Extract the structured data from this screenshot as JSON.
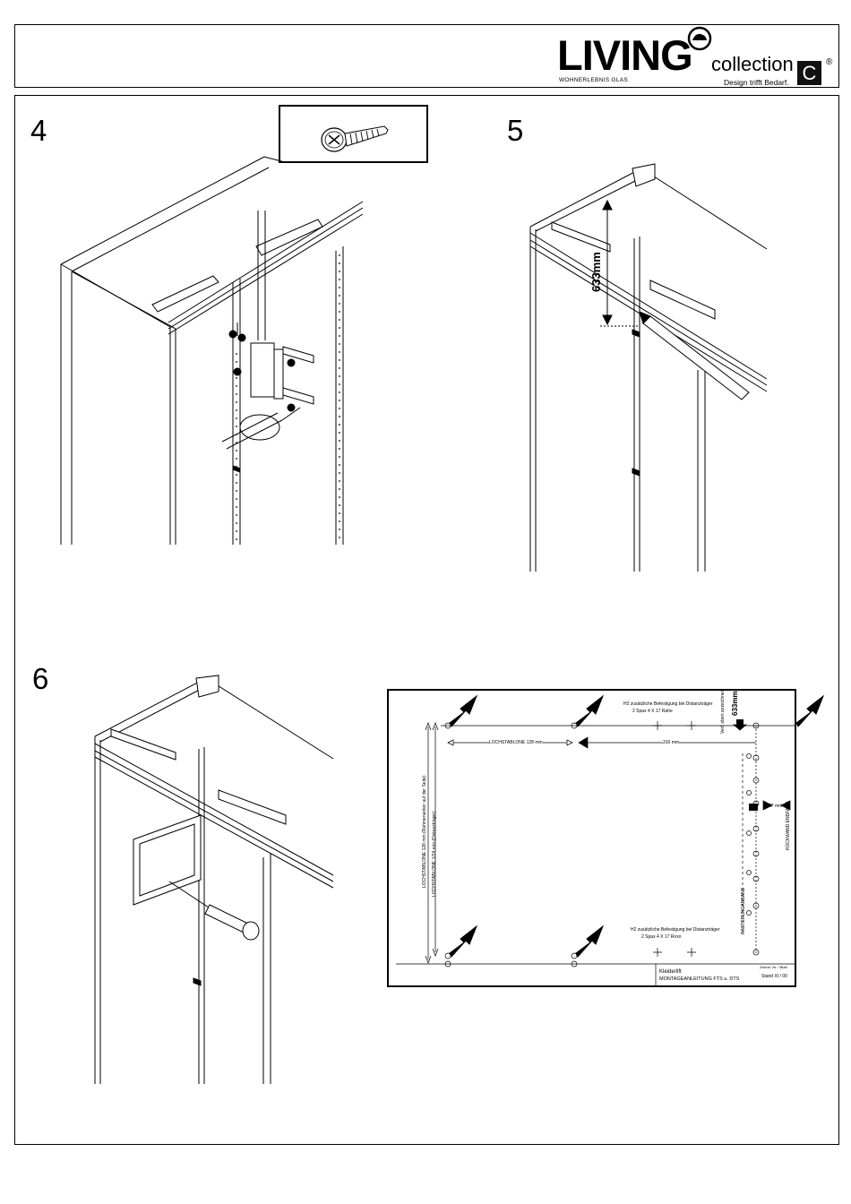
{
  "header": {
    "brand": "LIVING",
    "brand_sub": "WOHNERLEBNIS GLAS",
    "collection": "collection",
    "collection_letter": "C",
    "registered": "®",
    "tagline": "Design trifft Bedarf."
  },
  "steps": [
    {
      "number": "4"
    },
    {
      "number": "5",
      "measure": "633mm"
    },
    {
      "number": "6"
    }
  ],
  "template": {
    "top_note_line1": "H2 zusätzliche Befestigung bei Distanzträger",
    "top_note_line2": "2 Spax 4 X 17 Rahe",
    "measure": "633mm",
    "top_right_note": "Verl. oben anzeichnen",
    "lochstab_label": "LOCHSTABLONE 128 mm",
    "dim_316": "316 mm",
    "dim_37": "37 mm",
    "left_vlabel_1": "LOCHSTABLONE 128 mm (Rahmenanker auf der Seite)",
    "left_vlabel_2": "LOCHSTABLONE 1/24 mm (Distanzträger)",
    "right_vlabel_1": "RÜCKWAND ENDFANG",
    "right_vlabel_2": "RASTERUNGANBAND",
    "bottom_note_line1": "H2 zusätzliche Befestigung bei Distanzträger",
    "bottom_note_line2": "2 Spax 4 X 17 Roxo",
    "footer_title": "Kleiderlift",
    "footer_subtitle": "MONTAGEANLEITUNG FTS u. DTS",
    "footer_meta_line1": "Zeichn. Nr. / Blatt",
    "footer_meta_line2": "Stand XI / 00"
  },
  "colors": {
    "line": "#000000",
    "background": "#ffffff"
  }
}
